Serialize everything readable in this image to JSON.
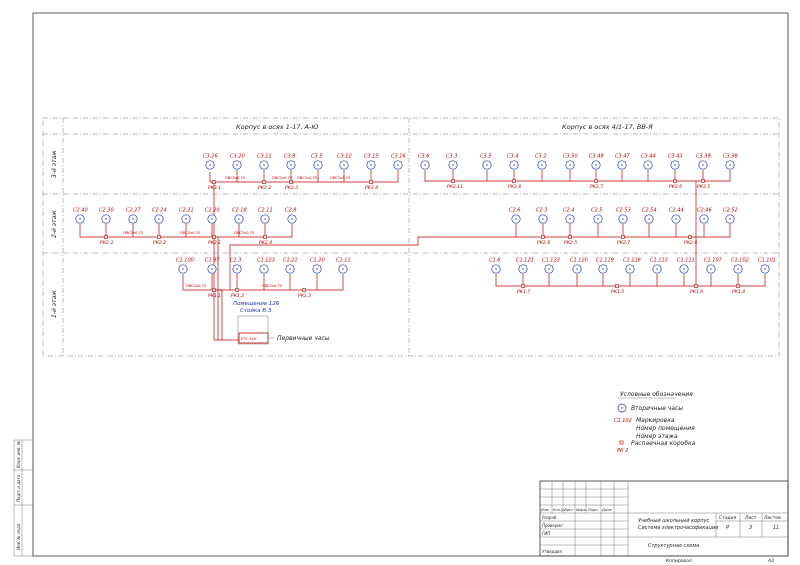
{
  "headers": {
    "left": "Корпус в осях 1-17, А-Ю",
    "right": "Корпус в осях 4/1-17, ВВ-Я"
  },
  "floors": [
    "3-й этаж",
    "2-й этаж",
    "1-й этаж"
  ],
  "binding": [
    "Взам. инв. №",
    "Подп. и дата",
    "Инв. № подл."
  ],
  "clocks": [
    {
      "label": "С3.26"
    },
    {
      "label": "С3.20"
    },
    {
      "label": "С3.11"
    },
    {
      "label": "С3.8"
    },
    {
      "label": "С3.5"
    },
    {
      "label": "С3.12"
    },
    {
      "label": "С3.15"
    },
    {
      "label": "С3.16"
    },
    {
      "label": "С3.6"
    },
    {
      "label": "С3.3"
    },
    {
      "label": "С3.5"
    },
    {
      "label": "С3.4"
    },
    {
      "label": "С3.2"
    },
    {
      "label": "С3.50"
    },
    {
      "label": "С3.48"
    },
    {
      "label": "С3.47"
    },
    {
      "label": "С3.44"
    },
    {
      "label": "С3.43"
    },
    {
      "label": "С3.39"
    },
    {
      "label": "С3.38"
    },
    {
      "label": "С2.40"
    },
    {
      "label": "С2.30"
    },
    {
      "label": "С2.27"
    },
    {
      "label": "С2.24"
    },
    {
      "label": "С2.21"
    },
    {
      "label": "С2.20"
    },
    {
      "label": "С2.18"
    },
    {
      "label": "С2.11"
    },
    {
      "label": "С2.8"
    },
    {
      "label": "С2.6"
    },
    {
      "label": "С2.3"
    },
    {
      "label": "С2.4"
    },
    {
      "label": "С2.5"
    },
    {
      "label": "С2.53"
    },
    {
      "label": "С2.54"
    },
    {
      "label": "С2.44"
    },
    {
      "label": "С2.46"
    },
    {
      "label": "С2.52"
    },
    {
      "label": "С1.100"
    },
    {
      "label": "С1.97"
    },
    {
      "label": "С1.3"
    },
    {
      "label": "С1.123"
    },
    {
      "label": "С1.21"
    },
    {
      "label": "С1.20"
    },
    {
      "label": "С1.11"
    },
    {
      "label": "С1.6"
    },
    {
      "label": "С1.121"
    },
    {
      "label": "С1.123"
    },
    {
      "label": "С1.120"
    },
    {
      "label": "С1.119"
    },
    {
      "label": "С1.118"
    },
    {
      "label": "С1.113"
    },
    {
      "label": "С1.111"
    },
    {
      "label": "С1.107"
    },
    {
      "label": "С1.102"
    },
    {
      "label": "С1.101"
    }
  ],
  "junctions": [
    {
      "label": "РК3.1"
    },
    {
      "label": "РК3.2"
    },
    {
      "label": "РК3.3"
    },
    {
      "label": "РК3.4"
    },
    {
      "label": "РК3.11"
    },
    {
      "label": "РК3.8"
    },
    {
      "label": "РК3.7"
    },
    {
      "label": "РК3.6"
    },
    {
      "label": "РК3.5"
    },
    {
      "label": "РК2.3"
    },
    {
      "label": "РК2.2"
    },
    {
      "label": "РК2.1"
    },
    {
      "label": "РК2.4"
    },
    {
      "label": "РК2.9"
    },
    {
      "label": "РК2.5"
    },
    {
      "label": "РК2.7"
    },
    {
      "label": "РК2.8"
    },
    {
      "label": "РК1.1"
    },
    {
      "label": "РК1.2"
    },
    {
      "label": "РК1.3"
    },
    {
      "label": "РК1.7"
    },
    {
      "label": "РК1.5"
    },
    {
      "label": "РК1.6"
    },
    {
      "label": "РК1.4"
    }
  ],
  "cables": [
    {
      "label": "ПВС2х0,75"
    },
    {
      "label": "ПВС2х0,75"
    },
    {
      "label": "ПВС2х0,75"
    },
    {
      "label": "ПВС2х0,75"
    },
    {
      "label": "ПВС2х0,75"
    },
    {
      "label": "ПВС2х0,75"
    },
    {
      "label": "ПВС2х0,75"
    },
    {
      "label": "ПВС2х0,75"
    },
    {
      "label": "ПВС2х0,75"
    }
  ],
  "primary": {
    "code": "ЕТС 24Н",
    "room": "Помещение 126",
    "rack": "Стойка В.3",
    "label": "Первичные часы"
  },
  "legend": {
    "title": "Условные обозначения",
    "marking": "С1.102",
    "junction": "РК 2",
    "items": [
      "Вторичные часы",
      "Маркировка",
      "Номер помещения",
      "Номер этажа",
      "Распаечная коробка"
    ]
  },
  "title_block": {
    "columns": [
      "Изм.",
      "Кол.уч",
      "Лист",
      "№док.",
      "Подп.",
      "Дата"
    ],
    "roles": [
      "Разраб.",
      "Проверил",
      "ГИП",
      "Утвердил"
    ],
    "project_line1": "Учебный школьный корпус",
    "project_line2": "Система электрочасофикации",
    "sheet_title": "Структурная схема",
    "stage_header": "Стадия",
    "sheet_header": "Лист",
    "sheets_header": "Листов",
    "stage": "Р",
    "sheet": "3",
    "sheets": "11",
    "copied": "Копировал",
    "format": "А3"
  }
}
